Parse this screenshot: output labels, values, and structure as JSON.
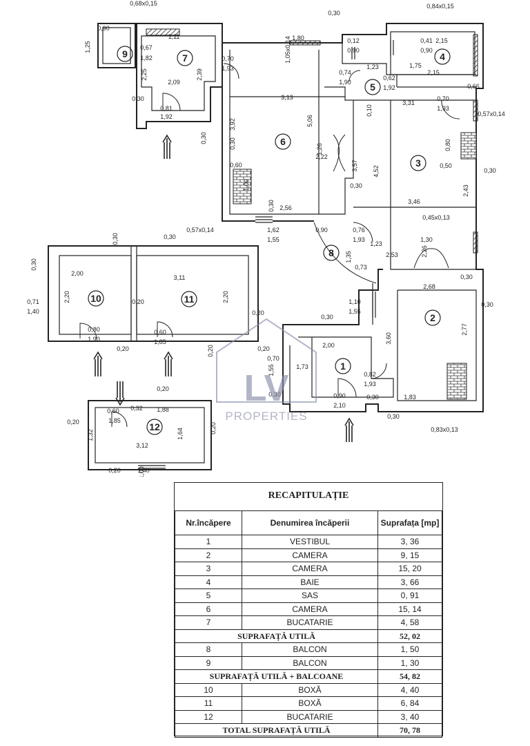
{
  "plan": {
    "rooms": [
      {
        "n": "1"
      },
      {
        "n": "2"
      },
      {
        "n": "3"
      },
      {
        "n": "4"
      },
      {
        "n": "5"
      },
      {
        "n": "6"
      },
      {
        "n": "7"
      },
      {
        "n": "8"
      },
      {
        "n": "9"
      },
      {
        "n": "10"
      },
      {
        "n": "11"
      },
      {
        "n": "12"
      }
    ],
    "dims": [
      "0,68x0,15",
      "0,90",
      "1,25",
      "0,67",
      "1,82",
      "1,11",
      "2,25",
      "2,09",
      "2,39",
      "0,30",
      "0,81",
      "1,92",
      "0,30",
      "0,70",
      "1,93",
      "1,80",
      "1,05x0,14",
      "0,30",
      "0,12",
      "0,90",
      "0,74",
      "1,90",
      "1,23",
      "0,62",
      "1,92",
      "0,41",
      "0,90",
      "2,15",
      "1,75",
      "2,15",
      "0,84x0,15",
      "0,66",
      "3,13",
      "3,92",
      "5,06",
      "0,30",
      "1,26",
      "2,22",
      "3,57",
      "0,10",
      "4,52",
      "3,31",
      "0,70",
      "1,93",
      "0,57x0,14",
      "0,80",
      "0,50",
      "0,60",
      "1,00",
      "0,30",
      "2,56",
      "0,30",
      "0,30",
      "2,43",
      "3,46",
      "0,30",
      "0,57x0,14",
      "1,62",
      "1,55",
      "0,90",
      "0,76",
      "1,93",
      "1,35",
      "1,23",
      "0,45x0,13",
      "1,30",
      "2,26",
      "0,73",
      "2,53",
      "0,30",
      "0,30",
      "0,30",
      "2,00",
      "3,11",
      "2,20",
      "0,20",
      "2,20",
      "0,20",
      "0,71",
      "1,40",
      "0,80",
      "1,90",
      "0,20",
      "0,60",
      "1,85",
      "0,20",
      "0,20",
      "2,68",
      "0,30",
      "1,10",
      "1,55",
      "0,30",
      "3,60",
      "2,77",
      "0,30",
      "2,00",
      "0,70",
      "1,55",
      "1,73",
      "0,82",
      "1,93",
      "0,30",
      "0,90",
      "2,10",
      "1,83",
      "0,30",
      "0,83x0,13",
      "0,20",
      "0,60",
      "1,85",
      "0,32",
      "1,88",
      "0,20",
      "1,32",
      "1,64",
      "0,20",
      "3,12",
      "0,20",
      "1,00",
      "1,40"
    ]
  },
  "watermark": {
    "logo": "LV",
    "text": "PROPERTIES",
    "color": "#8a8fab"
  },
  "summary": {
    "title": "RECAPITULAȚIE",
    "headers": {
      "num": "Nr.încăpere",
      "name": "Denumirea încăperii",
      "area": "Suprafața [mp]"
    },
    "rows": [
      {
        "num": "1",
        "name": "VESTIBUL",
        "area": "3, 36"
      },
      {
        "num": "2",
        "name": "CAMERA",
        "area": "9, 15"
      },
      {
        "num": "3",
        "name": "CAMERA",
        "area": "15, 20"
      },
      {
        "num": "4",
        "name": "BAIE",
        "area": "3, 66"
      },
      {
        "num": "5",
        "name": "SAS",
        "area": "0, 91"
      },
      {
        "num": "6",
        "name": "CAMERA",
        "area": "15, 14"
      },
      {
        "num": "7",
        "name": "BUCATARIE",
        "area": "4, 58"
      },
      {
        "total": true,
        "name": "SUPRAFAȚĂ UTILĂ",
        "area": "52, 02"
      },
      {
        "num": "8",
        "name": "BALCON",
        "area": "1, 50"
      },
      {
        "num": "9",
        "name": "BALCON",
        "area": "1, 30"
      },
      {
        "total": true,
        "name": "SUPRAFAȚĂ UTILĂ + BALCOANE",
        "area": "54, 82"
      },
      {
        "num": "10",
        "name": "BOXĂ",
        "area": "4, 40"
      },
      {
        "num": "11",
        "name": "BOXĂ",
        "area": "6, 84"
      },
      {
        "num": "12",
        "name": "BUCATARIE",
        "area": "3, 40"
      },
      {
        "total": true,
        "name": "TOTAL SUPRAFAȚĂ UTILĂ",
        "area": "70, 78"
      }
    ]
  }
}
